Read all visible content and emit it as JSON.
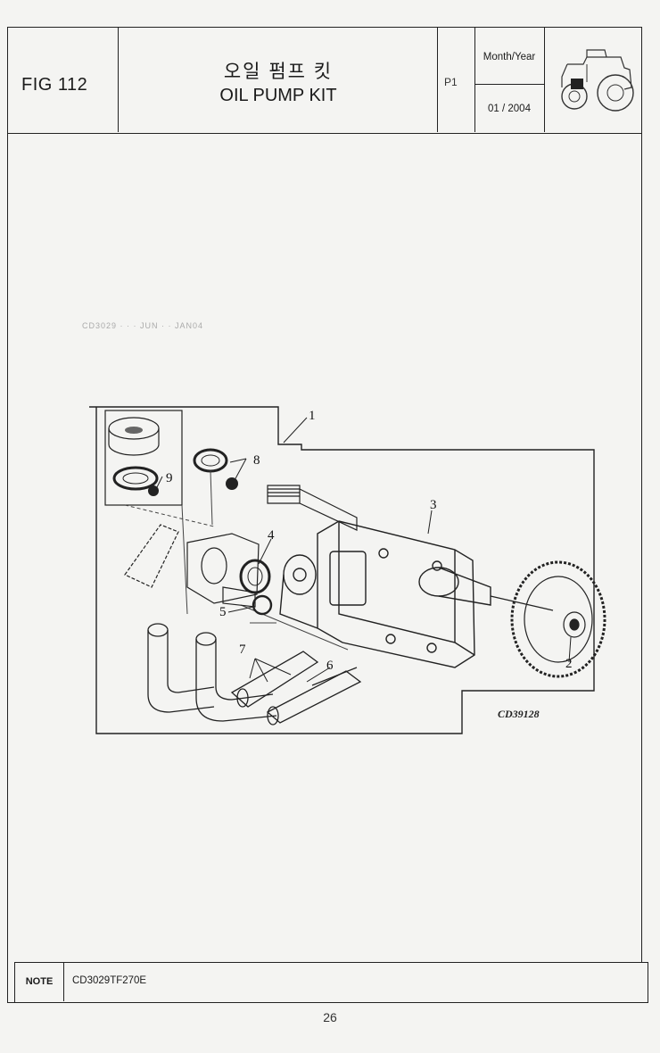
{
  "header": {
    "fig_label": "FIG 112",
    "title_korean": "오일 펌프 킷",
    "title_english": "OIL PUMP KIT",
    "page_code": "P1",
    "month_year_label": "Month/Year",
    "month_year_value": "01 / 2004",
    "thumbnail_icon": "tractor-icon"
  },
  "diagram": {
    "callouts": [
      "1",
      "2",
      "3",
      "4",
      "5",
      "6",
      "7",
      "8",
      "9"
    ],
    "code": "CD39128"
  },
  "note": {
    "label": "NOTE",
    "value": "CD3029TF270E"
  },
  "footer": {
    "page_number": "26"
  }
}
